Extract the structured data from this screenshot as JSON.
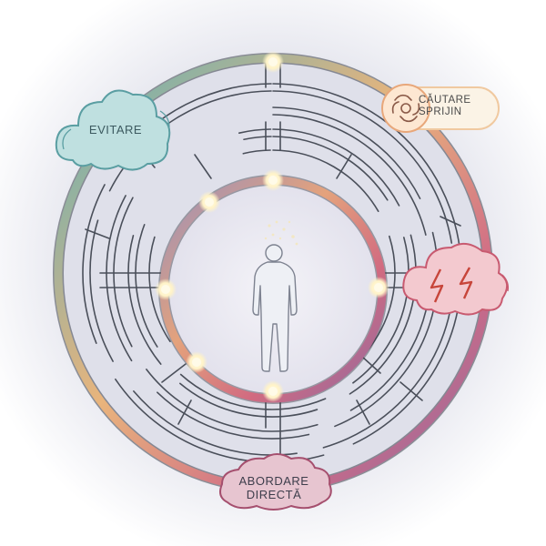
{
  "labels": {
    "avoidance": "EVITARE",
    "support_line1": "CĂUTARE",
    "support_line2": "SPRIJIN",
    "direct_line1": "ABORDARE",
    "direct_line2": "DIRECTĂ"
  },
  "colors": {
    "teal": "#6fb3b8",
    "orange": "#f2b27a",
    "magenta": "#c75a7a",
    "purple": "#7a6fa6",
    "ink": "#4a4f5a"
  }
}
